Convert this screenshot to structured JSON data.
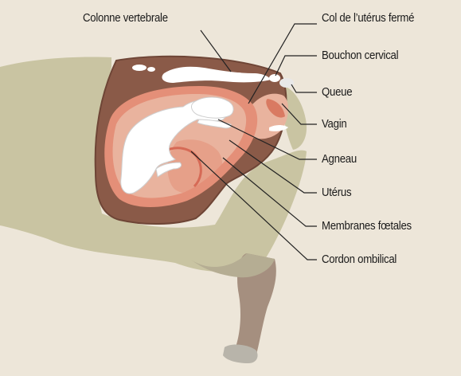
{
  "labels": {
    "colonne": "Colonne vertebrale",
    "col": "Col de l’utérus fermé",
    "bouchon": "Bouchon cervical",
    "queue": "Queue",
    "vagin": "Vagin",
    "agneau": "Agneau",
    "uterus": "Utérus",
    "membranes": "Membranes fœtales",
    "cordon": "Cordon ombilical"
  },
  "colors": {
    "background": "#ede6d9",
    "body_fleece": "#c9c4a2",
    "leg": "#a58f7f",
    "cavity": "#8a5a48",
    "uterus_wall": "#e48f78",
    "fluid": "#e9b39e",
    "lamb": "#ffffff",
    "leader_line": "#222222"
  }
}
